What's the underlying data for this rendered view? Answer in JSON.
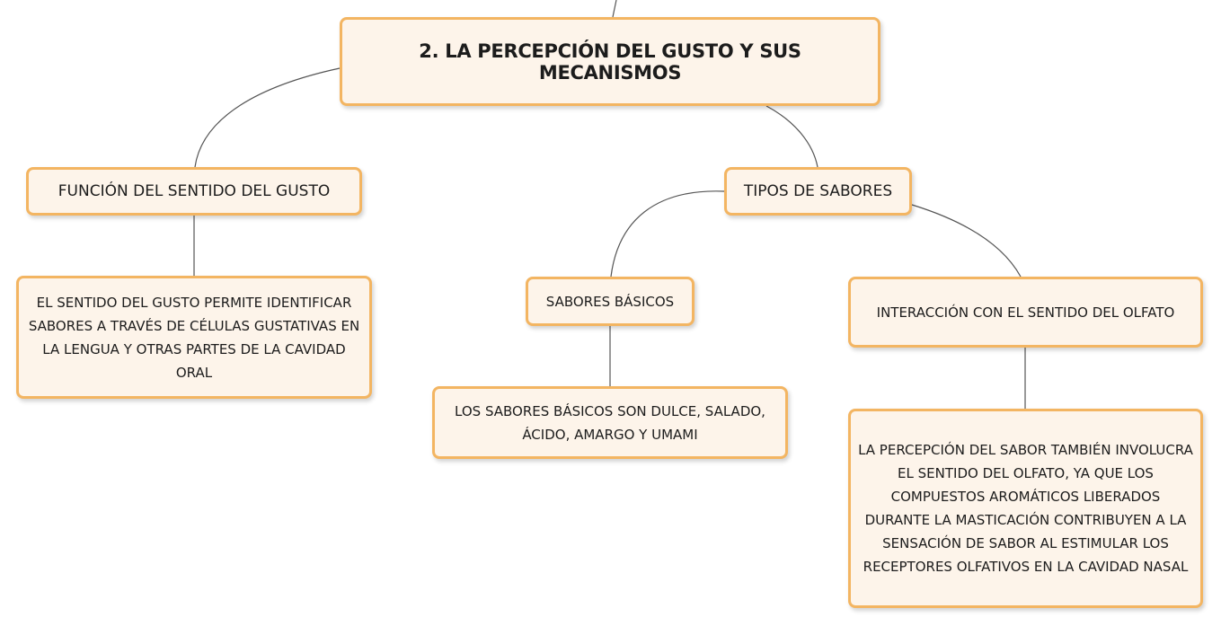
{
  "mindmap": {
    "root": {
      "label": "2. LA PERCEPCIÓN DEL GUSTO Y SUS MECANISMOS"
    },
    "function_branch": {
      "label": "FUNCIÓN DEL SENTIDO DEL GUSTO",
      "detail": "EL SENTIDO DEL GUSTO PERMITE IDENTIFICAR SABORES A TRAVÉS DE CÉLULAS GUSTATIVAS EN LA LENGUA Y OTRAS PARTES DE LA CAVIDAD ORAL"
    },
    "types_branch": {
      "label": "TIPOS DE SABORES",
      "basic": {
        "label": "SABORES BÁSICOS",
        "detail": "LOS SABORES BÁSICOS SON DULCE, SALADO, ÁCIDO, AMARGO Y UMAMI"
      },
      "smell": {
        "label": "INTERACCIÓN CON EL SENTIDO DEL OLFATO",
        "detail": "LA PERCEPCIÓN DEL SABOR TAMBIÉN INVOLUCRA EL SENTIDO DEL OLFATO, YA QUE LOS COMPUESTOS AROMÁTICOS LIBERADOS DURANTE LA MASTICACIÓN CONTRIBUYEN A LA SENSACIÓN DE SABOR AL ESTIMULAR LOS RECEPTORES OLFATIVOS EN LA CAVIDAD NASAL"
      }
    }
  }
}
